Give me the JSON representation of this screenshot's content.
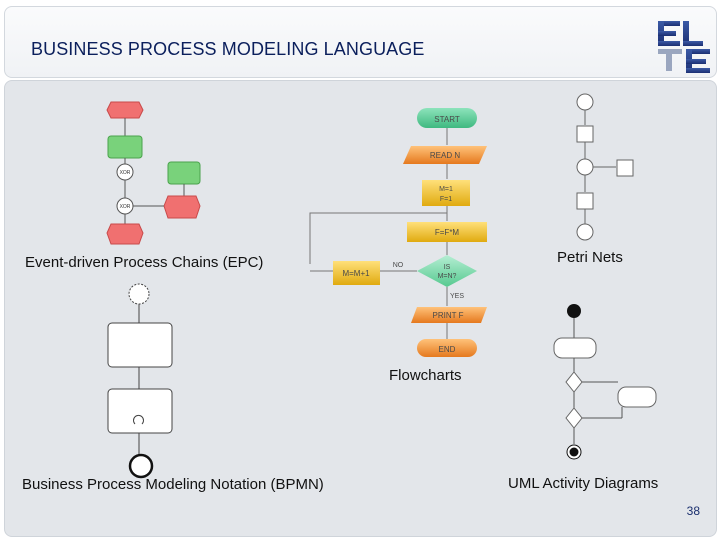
{
  "slide": {
    "title": "BUSINESS PROCESS MODELING LANGUAGE",
    "page_number": "38",
    "logo_text": "ELTE"
  },
  "labels": {
    "epc": "Event-driven Process Chains (EPC)",
    "flowcharts": "Flowcharts",
    "petri": "Petri Nets",
    "bpmn": "Business Process Modeling Notation (BPMN)",
    "uml": "UML Activity Diagrams"
  },
  "epc_diagram": {
    "connector_1": "XOR",
    "connector_2": "XOR"
  },
  "flowchart": {
    "start": "START",
    "read": "READ N",
    "init_line1": "M=1",
    "init_line2": "F=1",
    "multiply": "F=F*M",
    "decision_line1": "IS",
    "decision_line2": "M=N?",
    "increment": "M=M+1",
    "no_label": "NO",
    "yes_label": "YES",
    "print": "PRINT F",
    "end": "END"
  },
  "colors": {
    "title_text": "#0b1f5c",
    "epc_event": "#f07070",
    "epc_function": "#79d27b",
    "flow_green": "#63cf9c",
    "flow_orange": "#f39a3a",
    "flow_yellow": "#f2c230"
  }
}
